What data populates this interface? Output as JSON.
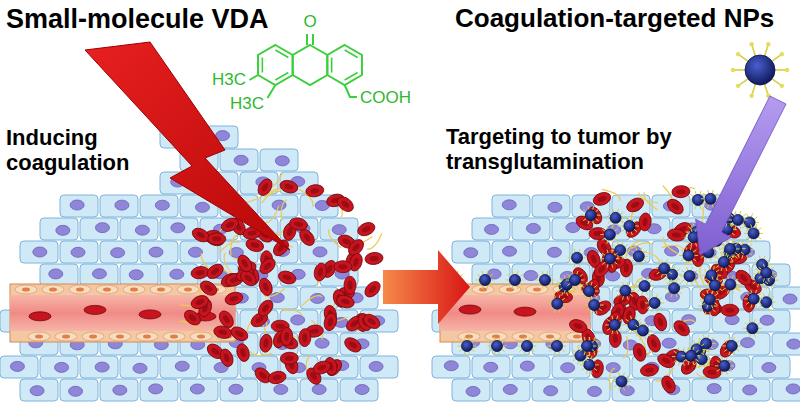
{
  "diagram": {
    "labels": [
      "Small-molecule VDA",
      "O",
      "H3C",
      "H3C",
      "COOH",
      "Inducing coagulation",
      "Coagulation-targeted NPs",
      "Targeting to tumor by transglutamination"
    ]
  }
}
